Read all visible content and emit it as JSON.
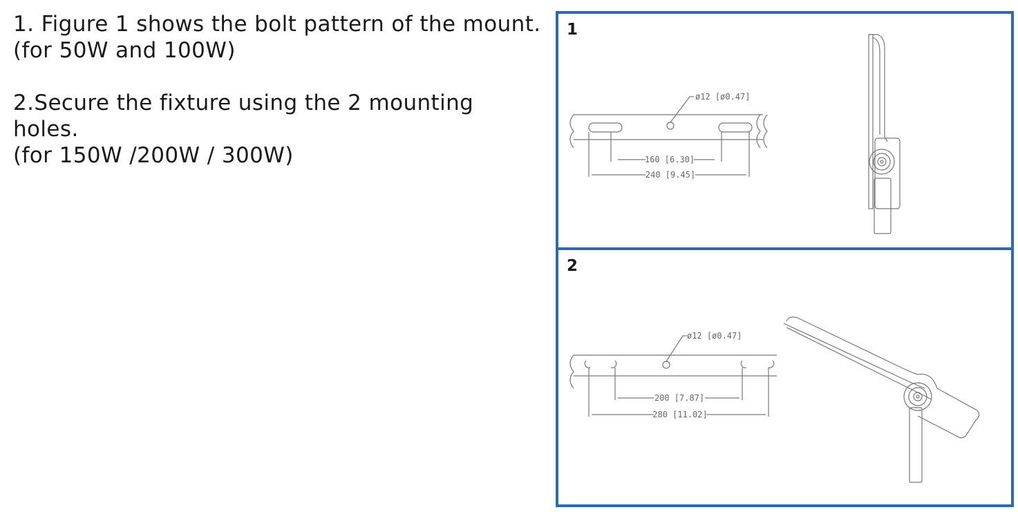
{
  "instructions": [
    {
      "lines": [
        "1. Figure 1 shows the bolt pattern of the mount.",
        "(for 50W and 100W)"
      ]
    },
    {
      "lines": [
        "2.Secure the fixture using the 2 mounting",
        "holes.",
        "(for 150W /200W / 300W)"
      ]
    }
  ],
  "figures": [
    {
      "number": "1",
      "hole_diameter": "ø12 [ø0.47]",
      "inner_spacing": "160 [6.30]",
      "outer_spacing": "240 [9.45]"
    },
    {
      "number": "2",
      "hole_diameter": "ø12 [ø0.47]",
      "inner_spacing": "200 [7.87]",
      "outer_spacing": "280 [11.02]"
    }
  ],
  "colors": {
    "frame": "#2d6bb0",
    "drawing_line": "#777777",
    "text": "#1a1a1a"
  }
}
